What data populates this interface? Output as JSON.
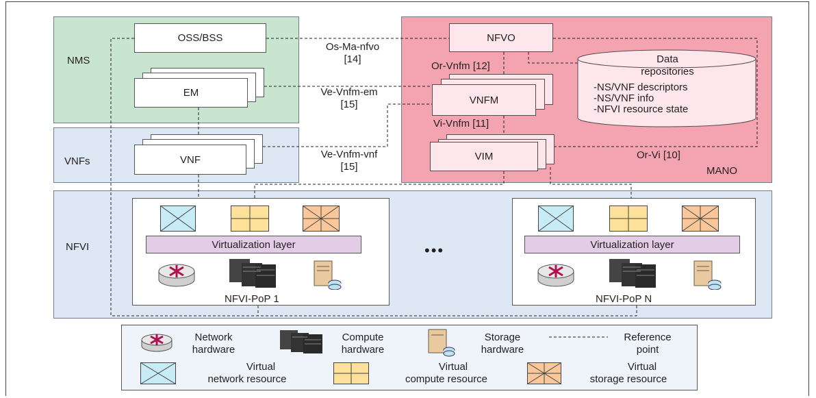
{
  "regions": {
    "nms": "NMS",
    "vnfs": "VNFs",
    "nfvi": "NFVI",
    "mano": "MANO"
  },
  "boxes": {
    "oss_bss": "OSS/BSS",
    "em": "EM",
    "vnf": "VNF",
    "nfvo": "NFVO",
    "vnfm": "VNFM",
    "vim": "VIM"
  },
  "repository": {
    "title_line1": "Data",
    "title_line2": "repositories",
    "items": [
      "-NS/VNF descriptors",
      "-NS/VNF info",
      "-NFVI resource state"
    ]
  },
  "reference_points": {
    "os_ma_nfvo": "Os-Ma-nfvo",
    "os_ma_nfvo_ref": "[14]",
    "or_vnfm": "Or-Vnfm [12]",
    "ve_vnfm_em": "Ve-Vnfm-em",
    "ve_vnfm_em_ref": "[15]",
    "vi_vnfm": "Vi-Vnfm [11]",
    "ve_vnfm_vnf": "Ve-Vnfm-vnf",
    "ve_vnfm_vnf_ref": "[15]",
    "or_vi": "Or-Vi [10]"
  },
  "pops": [
    {
      "virtualization": "Virtualization layer",
      "name": "NFVI-PoP 1"
    },
    {
      "virtualization": "Virtualization layer",
      "name": "NFVI-PoP N"
    }
  ],
  "ellipsis": "•••",
  "legend": {
    "network_hw_1": "Network",
    "network_hw_2": "hardware",
    "compute_hw_1": "Compute",
    "compute_hw_2": "hardware",
    "storage_hw_1": "Storage",
    "storage_hw_2": "hardware",
    "ref_point_1": "Reference",
    "ref_point_2": "point",
    "virt_net_1": "Virtual",
    "virt_net_2": "network resource",
    "virt_comp_1": "Virtual",
    "virt_comp_2": "compute resource",
    "virt_stor_1": "Virtual",
    "virt_stor_2": "storage resource"
  },
  "colors": {
    "nms_green": "#c8e6cf",
    "vnfs_blue": "#dde8f4",
    "nfvi_blue": "#dde8f4",
    "mano_pink": "#f4a3b1",
    "virt_purple": "#e2cce6",
    "virt_net": "#c7ecf5",
    "virt_comp": "#fde09a",
    "virt_stor": "#f9c79a"
  }
}
